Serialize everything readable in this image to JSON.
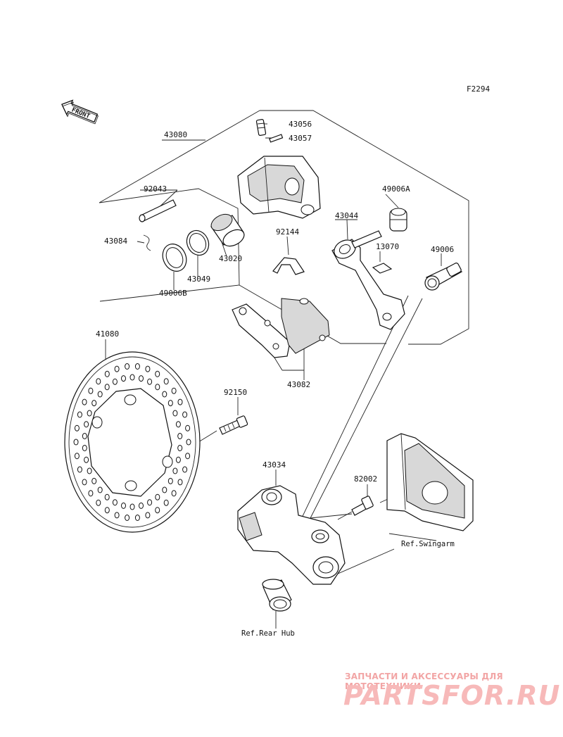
{
  "figure_code": "F2294",
  "front_marker": "FRONT",
  "parts": {
    "p43080": "43080",
    "p43056": "43056",
    "p43057": "43057",
    "p92043": "92043",
    "p49006A": "49006A",
    "p43044": "43044",
    "p43084": "43084",
    "p92144": "92144",
    "p13070": "13070",
    "p49006": "49006",
    "p43020": "43020",
    "p43049": "43049",
    "p49006B": "49006B",
    "p41080": "41080",
    "p92150": "92150",
    "p43082": "43082",
    "p43034": "43034",
    "p82002": "82002"
  },
  "refs": {
    "swingarm": "Ref.Swingarm",
    "rear_hub": "Ref.Rear Hub"
  },
  "watermark": {
    "tagline": "ЗАПЧАСТИ И АКСЕССУАРЫ ДЛЯ МОТОТЕХНИКИ",
    "brand": "PARTSFOR.RU"
  }
}
